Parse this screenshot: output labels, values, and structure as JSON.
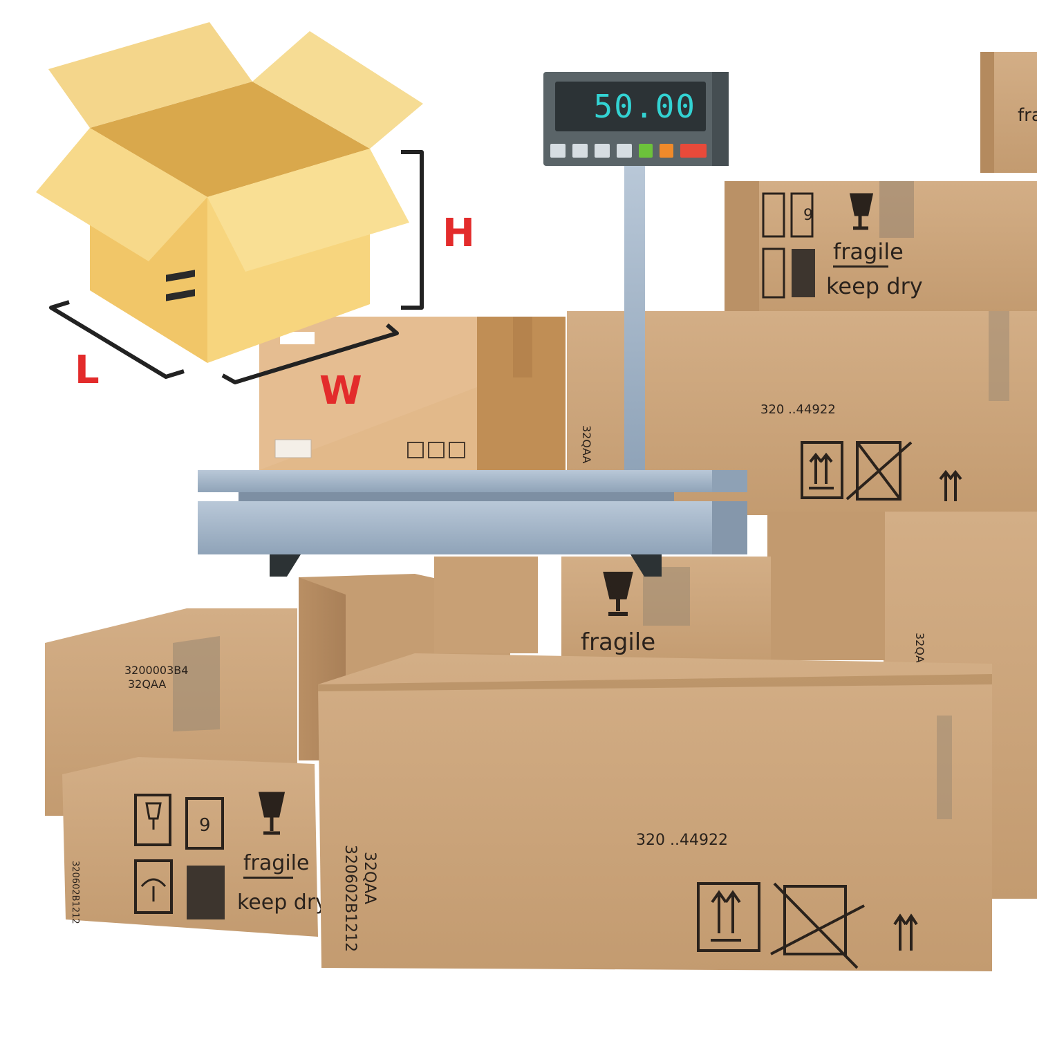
{
  "dimension_labels": {
    "length": "L",
    "width": "W",
    "height": "H"
  },
  "scale": {
    "reading": "50.00"
  },
  "box_labels": {
    "fragile": "fragile",
    "keep_dry": "keep dry",
    "code_a": "32QAA",
    "code_b": "320602B1212",
    "code_c": "3200003B4",
    "code_d": "320 ..44922",
    "nine": "9"
  },
  "colors": {
    "cardboard": "#c9a37a",
    "cardboard_dark": "#b08860",
    "cartoon_box": "#f2c86a",
    "label_red": "#e32b2b",
    "scale_steel": "#9fb2c5",
    "display_digits": "#33d3d3"
  },
  "icons": [
    "fragile-glass-icon",
    "keep-dry-umbrella-icon",
    "this-way-up-icon",
    "do-not-stack-icon"
  ]
}
